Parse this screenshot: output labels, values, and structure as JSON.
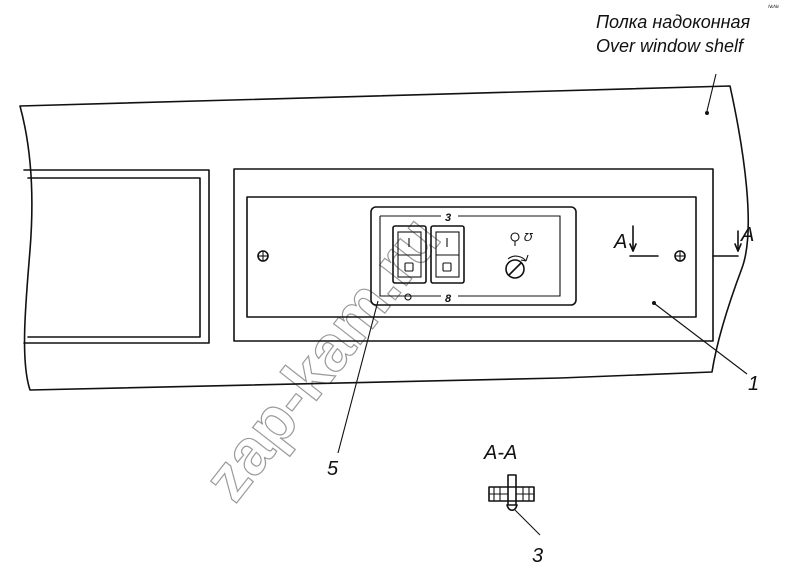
{
  "labels": {
    "shelf_ru": "Полка надоконная",
    "shelf_en": "Over window  shelf",
    "section_mark_left": "A",
    "section_mark_right": "A",
    "section_title": "A-A",
    "callout_1": "1",
    "callout_3": "3",
    "callout_5": "5",
    "switch_top_mark": "3",
    "switch_bottom_mark": "8",
    "lamp_mark": "℧",
    "corner_mark": "№№"
  },
  "watermark": "zap-kam.ru",
  "colors": {
    "line": "#111111",
    "watermark": "#9a9a9a",
    "background": "#ffffff"
  }
}
